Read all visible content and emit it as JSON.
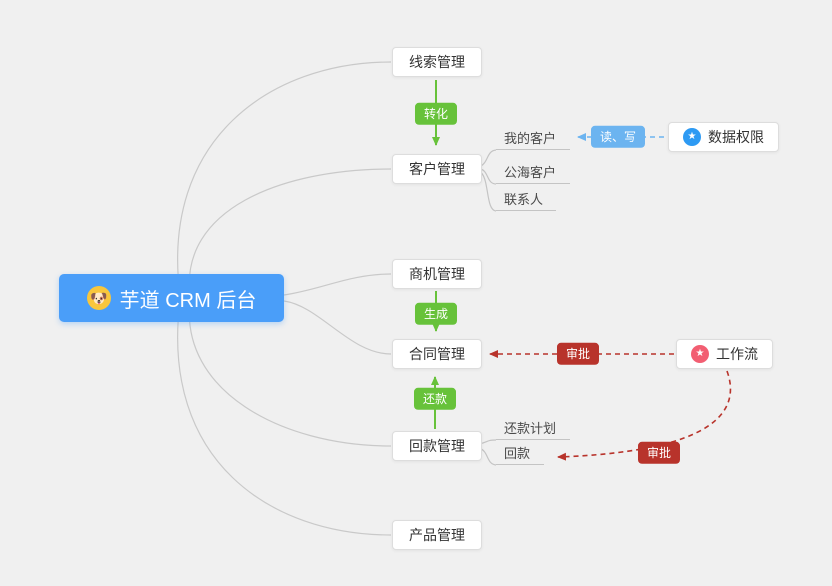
{
  "root": {
    "icon_glyph": "🐶",
    "label": "芋道 CRM 后台"
  },
  "branches": [
    {
      "label": "线索管理"
    },
    {
      "label": "客户管理"
    },
    {
      "label": "商机管理"
    },
    {
      "label": "合同管理"
    },
    {
      "label": "回款管理"
    },
    {
      "label": "产品管理"
    }
  ],
  "customer_children": [
    {
      "label": "我的客户"
    },
    {
      "label": "公海客户"
    },
    {
      "label": "联系人"
    }
  ],
  "receivable_children": [
    {
      "label": "还款计划"
    },
    {
      "label": "回款"
    }
  ],
  "side_nodes": {
    "data_permission": {
      "label": "数据权限",
      "icon_glyph": "★"
    },
    "workflow": {
      "label": "工作流",
      "icon_glyph": "★"
    }
  },
  "edge_labels": {
    "convert": "转化",
    "generate": "生成",
    "repayment": "还款",
    "read_write": "读、写",
    "approve_contract": "审批",
    "approve_receipt": "审批"
  },
  "colors": {
    "background": "#f0f0f0",
    "root_blue": "#4a9ef9",
    "green": "#67c23a",
    "blue": "#6cb4f0",
    "red": "#b8332b",
    "permission_icon_blue": "#2d9af3",
    "workflow_icon_pink": "#f25e72"
  }
}
